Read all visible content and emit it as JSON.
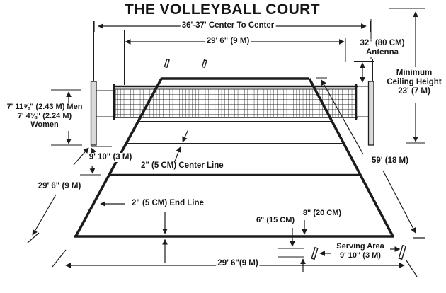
{
  "title": "THE VOLLEYBALL COURT",
  "colors": {
    "line": "#1c1c1c",
    "background": "#ffffff",
    "pole_fill": "#d9d9d9"
  },
  "labels": {
    "center_to_center": "36'-37' Center To Center",
    "net_width_top": "29' 6\" (9 M)",
    "antenna_size": "32\" (80 CM)",
    "antenna_word": "Antenna",
    "ceiling_1": "Minimum",
    "ceiling_2": "Ceiling Height",
    "ceiling_3": "23' (7 M)",
    "net_height_men": "7' 11⅝\" (2.43 M) Men",
    "net_height_women_val": "7' 4⅛\" (2.24 M)",
    "net_height_women_word": "Women",
    "attack_line_dist": "9' 10\" (3 M)",
    "center_line": "2\" (5 CM) Center Line",
    "end_line": "2\" (5 CM) End Line",
    "half_court_length": "29' 6\" (9 M)",
    "court_length": "59' (18 M)",
    "serving_offset_8": "8\" (20 CM)",
    "serving_offset_6": "6\" (15 CM)",
    "serving_area_1": "Serving Area",
    "serving_area_2": "9' 10\" (3 M)",
    "court_width_bottom": "29' 6\"(9 M)"
  }
}
